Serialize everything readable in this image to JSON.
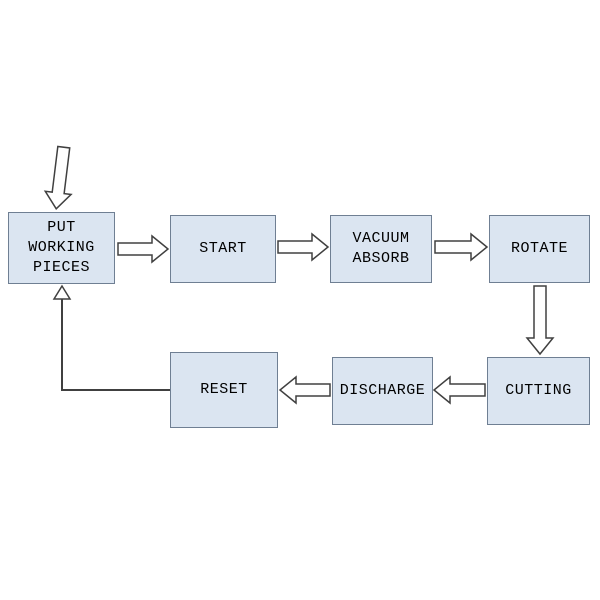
{
  "diagram": {
    "title": "process-flowchart",
    "colors": {
      "box_fill": "#dbe5f1",
      "box_border": "#6f7f93",
      "arrow_fill": "#ffffff",
      "arrow_stroke": "#404040",
      "text": "#000000",
      "background": "#ffffff"
    },
    "nodes": [
      {
        "id": "put-working-pieces",
        "label": "PUT\nWORKING\nPIECES"
      },
      {
        "id": "start",
        "label": "START"
      },
      {
        "id": "vacuum-absorb",
        "label": "VACUUM\nABSORB"
      },
      {
        "id": "rotate",
        "label": "ROTATE"
      },
      {
        "id": "cutting",
        "label": "CUTTING"
      },
      {
        "id": "discharge",
        "label": "DISCHARGE"
      },
      {
        "id": "reset",
        "label": "RESET"
      }
    ],
    "edges": [
      {
        "from": "entry",
        "to": "put-working-pieces",
        "style": "block-arrow-down"
      },
      {
        "from": "put-working-pieces",
        "to": "start",
        "style": "block-arrow-right"
      },
      {
        "from": "start",
        "to": "vacuum-absorb",
        "style": "block-arrow-right"
      },
      {
        "from": "vacuum-absorb",
        "to": "rotate",
        "style": "block-arrow-right"
      },
      {
        "from": "rotate",
        "to": "cutting",
        "style": "block-arrow-down"
      },
      {
        "from": "cutting",
        "to": "discharge",
        "style": "block-arrow-left"
      },
      {
        "from": "discharge",
        "to": "reset",
        "style": "block-arrow-left"
      },
      {
        "from": "reset",
        "to": "put-working-pieces",
        "style": "line-arrow-up"
      }
    ]
  }
}
